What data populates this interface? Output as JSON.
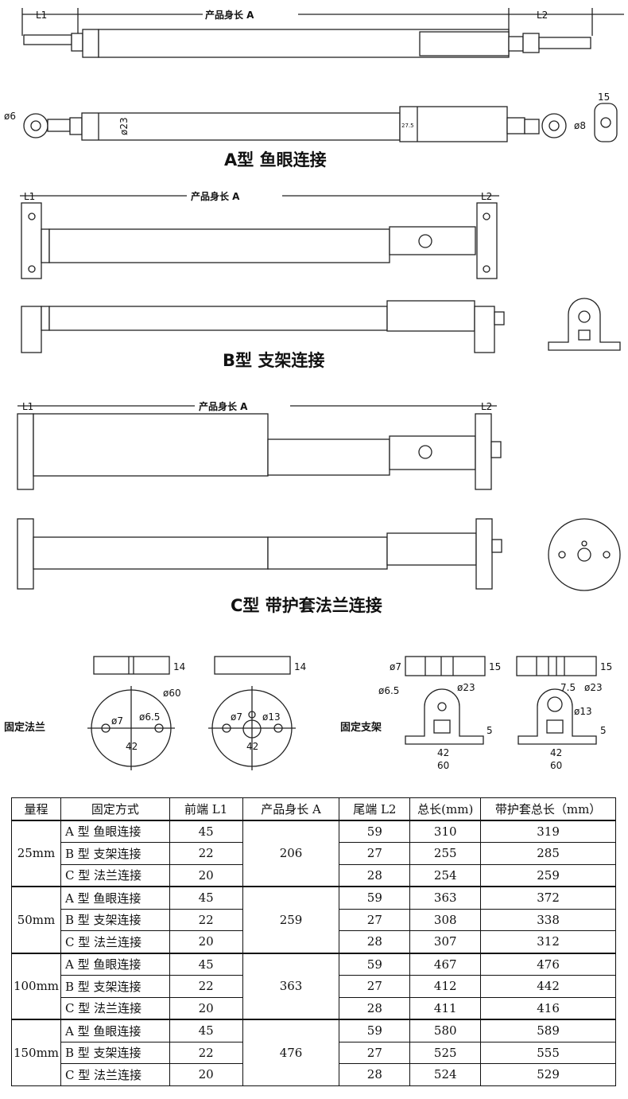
{
  "drawings": {
    "dim_L1": "L1",
    "dim_L2": "L2",
    "dim_A": "产品身长 A",
    "a_phi6": "ø6",
    "a_phi23": "ø23",
    "a_275": "27.5",
    "a_phi8": "ø8",
    "a_15": "15",
    "title_a": "A型 鱼眼连接",
    "title_b": "B型 支架连接",
    "title_c": "C型 带护套法兰连接"
  },
  "details": {
    "flange_label": "固定法兰",
    "bracket_label": "固定支架",
    "d14": "14",
    "d15": "15",
    "phi7": "ø7",
    "phi65": "ø6.5",
    "phi60": "ø60",
    "phi13": "ø13",
    "phi23": "ø23",
    "d42": "42",
    "d60": "60",
    "d5": "5",
    "d75": "7.5"
  },
  "table": {
    "headers": [
      "量程",
      "固定方式",
      "前端 L1",
      "产品身长 A",
      "尾端 L2",
      "总长(mm)",
      "带护套总长（mm）"
    ],
    "groups": [
      {
        "range": "25mm",
        "length_a": "206",
        "rows": [
          [
            "A 型  鱼眼连接",
            "45",
            "59",
            "310",
            "319"
          ],
          [
            "B 型  支架连接",
            "22",
            "27",
            "255",
            "285"
          ],
          [
            "C 型  法兰连接",
            "20",
            "28",
            "254",
            "259"
          ]
        ]
      },
      {
        "range": "50mm",
        "length_a": "259",
        "rows": [
          [
            "A 型  鱼眼连接",
            "45",
            "59",
            "363",
            "372"
          ],
          [
            "B 型  支架连接",
            "22",
            "27",
            "308",
            "338"
          ],
          [
            "C 型  法兰连接",
            "20",
            "28",
            "307",
            "312"
          ]
        ]
      },
      {
        "range": "100mm",
        "length_a": "363",
        "rows": [
          [
            "A 型  鱼眼连接",
            "45",
            "59",
            "467",
            "476"
          ],
          [
            "B 型  支架连接",
            "22",
            "27",
            "412",
            "442"
          ],
          [
            "C 型  法兰连接",
            "20",
            "28",
            "411",
            "416"
          ]
        ]
      },
      {
        "range": "150mm",
        "length_a": "476",
        "rows": [
          [
            "A 型  鱼眼连接",
            "45",
            "59",
            "580",
            "589"
          ],
          [
            "B 型  支架连接",
            "22",
            "27",
            "525",
            "555"
          ],
          [
            "C 型  法兰连接",
            "20",
            "28",
            "524",
            "529"
          ]
        ]
      }
    ]
  }
}
